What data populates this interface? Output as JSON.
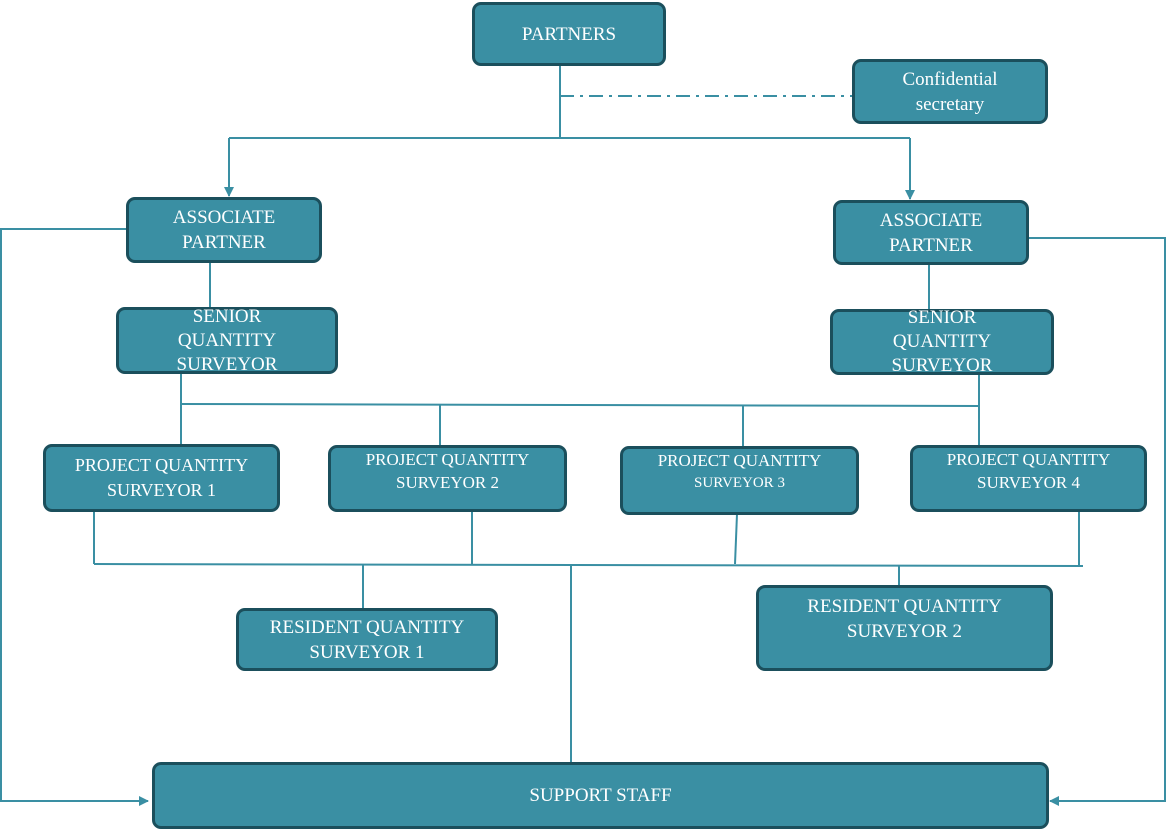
{
  "nodes": {
    "partners": [
      "PARTNERS"
    ],
    "secretary": [
      "Confidential",
      "secretary"
    ],
    "associate_left": [
      "ASSOCIATE",
      "PARTNER"
    ],
    "associate_right": [
      "ASSOCIATE",
      "PARTNER"
    ],
    "senior_left": [
      "SENIOR",
      "QUANTITY",
      "SURVEYOR"
    ],
    "senior_right": [
      "SENIOR",
      "QUANTITY",
      "SURVEYOR"
    ],
    "project_1": [
      "PROJECT QUANTITY",
      "SURVEYOR 1"
    ],
    "project_2": [
      "PROJECT QUANTITY",
      "SURVEYOR 2"
    ],
    "project_3": [
      "PROJECT QUANTITY",
      "SURVEYOR  3"
    ],
    "project_4": [
      "PROJECT QUANTITY",
      "SURVEYOR 4"
    ],
    "resident_1": [
      "RESIDENT  QUANTITY",
      "SURVEYOR 1"
    ],
    "resident_2": [
      "RESIDENT  QUANTITY",
      "SURVEYOR 2"
    ],
    "support": [
      "SUPPORT STAFF"
    ]
  },
  "colors": {
    "box_fill": "#3a8fa3",
    "box_border": "#1b4f5c",
    "connector": "#3a8fa3",
    "text": "#ffffff"
  }
}
